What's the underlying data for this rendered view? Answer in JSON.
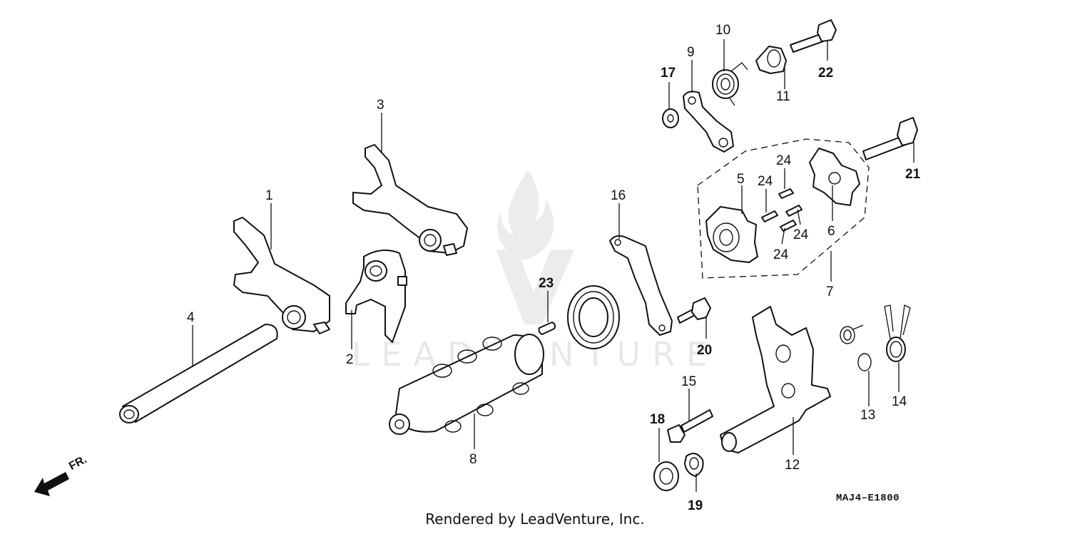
{
  "watermark": {
    "text": "LEADVENTURE"
  },
  "front_indicator": {
    "label": "FR."
  },
  "diagram_code": "MAJ4–E1800",
  "credit": "Rendered by LeadVenture, Inc.",
  "callouts": [
    {
      "id": "c1",
      "text": "1"
    },
    {
      "id": "c2",
      "text": "2"
    },
    {
      "id": "c3",
      "text": "3"
    },
    {
      "id": "c4",
      "text": "4"
    },
    {
      "id": "c5",
      "text": "5"
    },
    {
      "id": "c6",
      "text": "6"
    },
    {
      "id": "c7",
      "text": "7"
    },
    {
      "id": "c8",
      "text": "8"
    },
    {
      "id": "c9",
      "text": "9"
    },
    {
      "id": "c10",
      "text": "10"
    },
    {
      "id": "c11",
      "text": "11"
    },
    {
      "id": "c12",
      "text": "12"
    },
    {
      "id": "c13",
      "text": "13"
    },
    {
      "id": "c14",
      "text": "14"
    },
    {
      "id": "c15",
      "text": "15"
    },
    {
      "id": "c16",
      "text": "16"
    },
    {
      "id": "c17",
      "text": "17"
    },
    {
      "id": "c18",
      "text": "18"
    },
    {
      "id": "c19",
      "text": "19"
    },
    {
      "id": "c20",
      "text": "20"
    },
    {
      "id": "c21",
      "text": "21"
    },
    {
      "id": "c22",
      "text": "22"
    },
    {
      "id": "c23",
      "text": "23"
    },
    {
      "id": "c24a",
      "text": "24"
    },
    {
      "id": "c24b",
      "text": "24"
    },
    {
      "id": "c24c",
      "text": "24"
    },
    {
      "id": "c24d",
      "text": "24"
    }
  ]
}
